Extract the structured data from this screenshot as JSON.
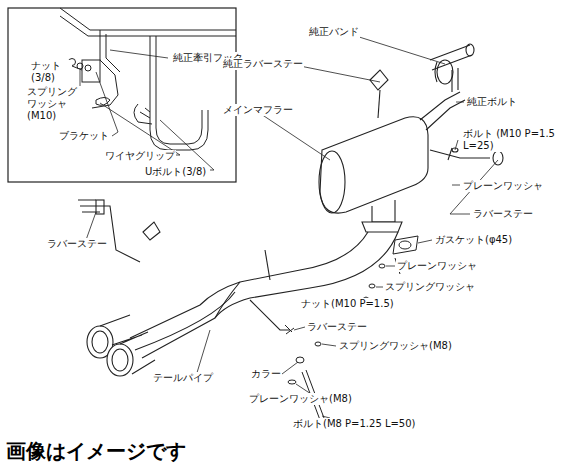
{
  "diagram": {
    "caption": "画像はイメージです",
    "labels": [
      "ナット (3/8)",
      "スプリング ワッシャ (M10)",
      "ブラケット",
      "ワイヤグリップ",
      "Uボルト(3/8)",
      "純正牽引フック",
      "純正バンド",
      "純正ラバーステー",
      "純正ボルト",
      "メインマフラー",
      "ボルト (M10 P=1.5 L=25)",
      "プレーンワッシャ",
      "ラバーステー",
      "ガスケット(φ45)",
      "プレーンワッシャ",
      "スプリングワッシャ",
      "ナット(M10 P=1.5)",
      "ラバーステー",
      "ラバーステー",
      "スプリングワッシャ(M8)",
      "カラー",
      "テールパイプ",
      "プレーンワッシャ(M8)",
      "ボルト(M8 P=1.25 L=50)"
    ]
  }
}
